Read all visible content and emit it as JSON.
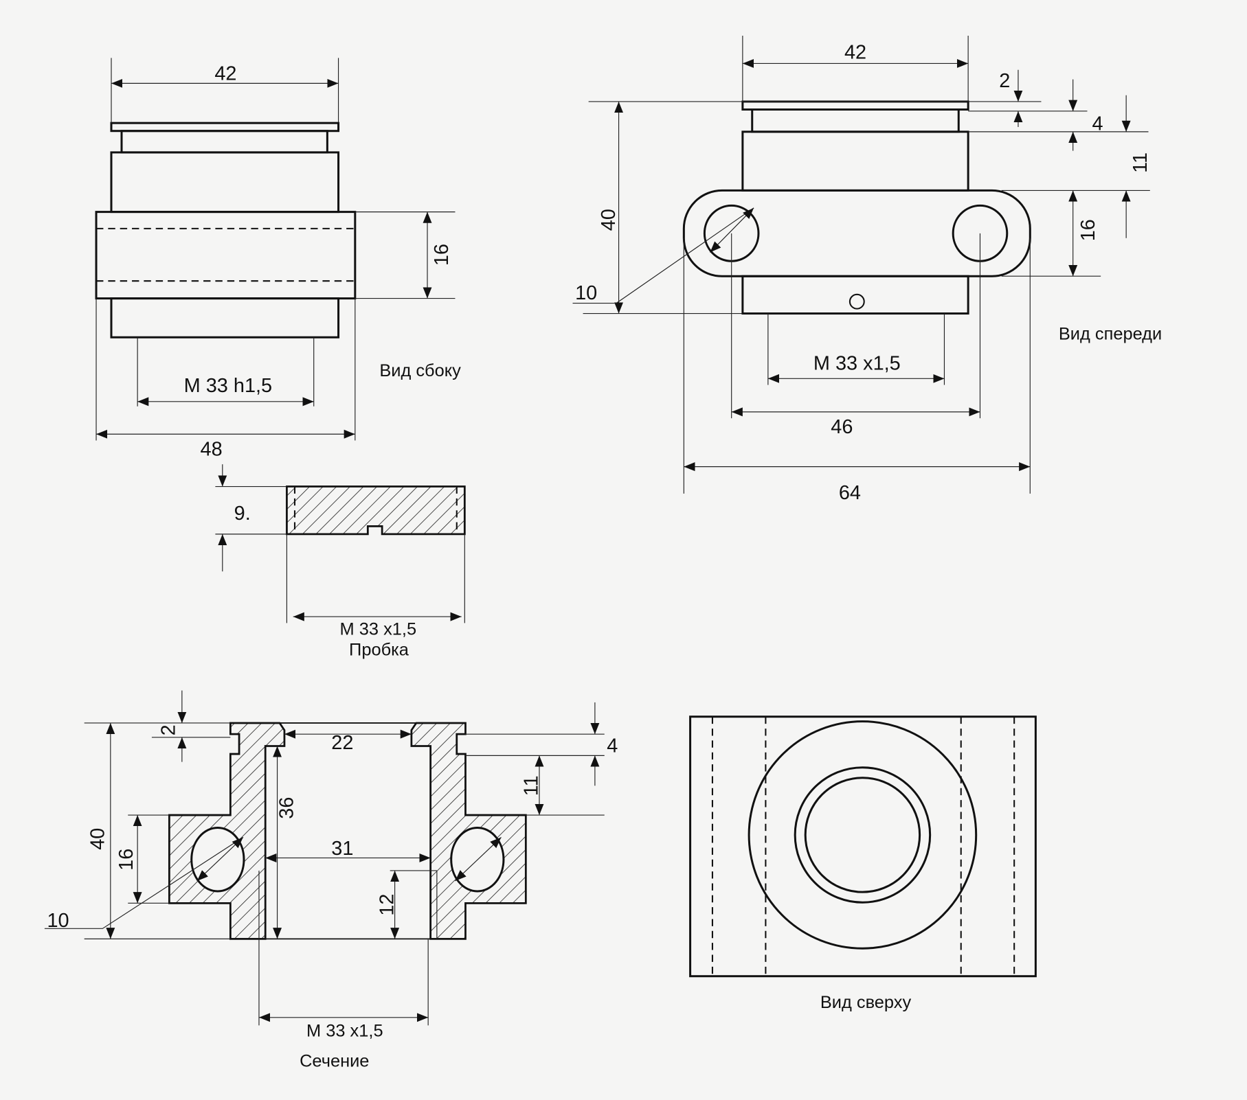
{
  "views": {
    "side": {
      "title": "Вид сбоку",
      "dims": {
        "width_top": "42",
        "band_height": "16",
        "thread": "M 33 h1,5",
        "width_band": "48"
      }
    },
    "front": {
      "title": "Вид спереди",
      "dims": {
        "width_top": "42",
        "flange": "2",
        "neck": "4",
        "body": "11",
        "plate": "16",
        "height": "40",
        "hole_dia": "10",
        "thread": "M 33 x1,5",
        "hole_spacing": "46",
        "plate_width": "64"
      }
    },
    "plug": {
      "title": "Пробка",
      "dims": {
        "height": "9.",
        "thread": "M 33 x1,5"
      }
    },
    "section": {
      "title": "Сечение",
      "dims": {
        "flange": "2",
        "inner_top": "22",
        "neck": "4",
        "body": "11",
        "bore_depth": "36",
        "height": "40",
        "plate": "16",
        "bore": "31",
        "thread_len": "12",
        "hole_dia": "10",
        "thread": "M 33 x1,5"
      }
    },
    "top": {
      "title": "Вид сверху"
    }
  }
}
